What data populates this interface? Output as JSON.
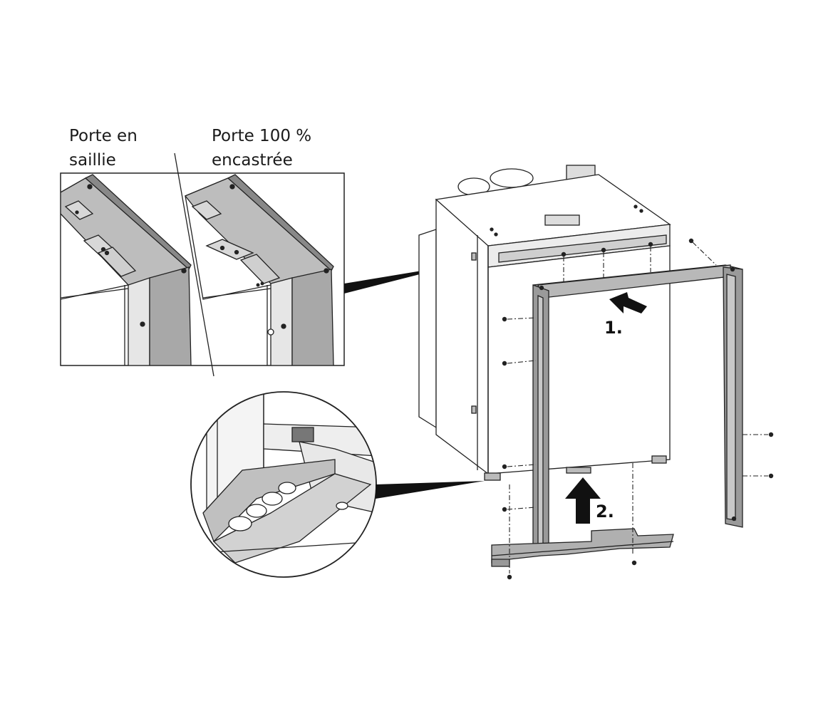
{
  "labels": {
    "proud_door_line1": "Porte en",
    "proud_door_line2": "saillie",
    "flush_door_line1": "Porte 100 %",
    "flush_door_line2": "encastrée"
  },
  "steps": {
    "step1": "1.",
    "step2": "2."
  },
  "colors": {
    "ink": "#1a1a1a",
    "frame_fill": "#9a9a9a",
    "panel_fill": "#c8c8c8",
    "body_fill": "#ffffff"
  }
}
